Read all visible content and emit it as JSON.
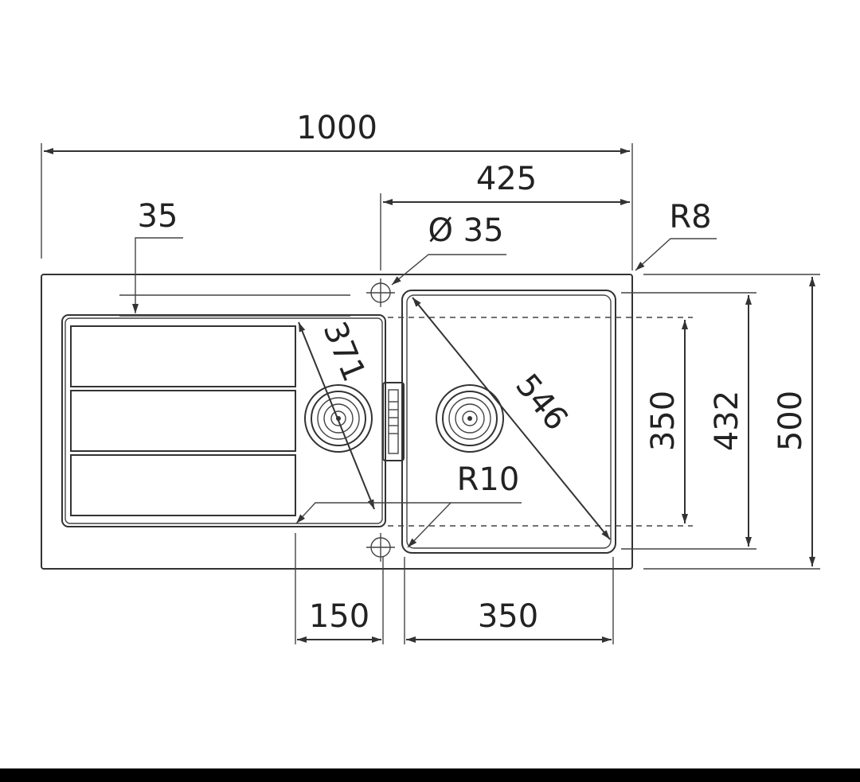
{
  "drawing": {
    "dimensions": {
      "overall_width": "1000",
      "bowl_section_width": "425",
      "drainer_inset": "35",
      "tap_hole": "Ø 35",
      "corner_radius": "R8",
      "drainer_diagonal": "371",
      "bowl_diagonal": "546",
      "bowl_radius": "R10",
      "drainer_waste_offset": "150",
      "bowl_width": "350",
      "bowl_depth": "350",
      "inner_depth": "432",
      "overall_depth": "500"
    }
  }
}
